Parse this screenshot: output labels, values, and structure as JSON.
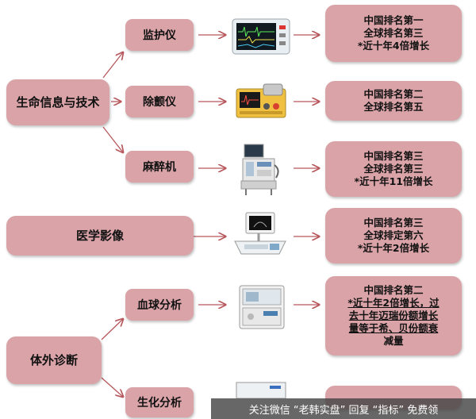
{
  "categories": [
    {
      "label": "生命信息与技术"
    },
    {
      "label": "医学影像"
    },
    {
      "label": "体外诊断"
    }
  ],
  "devices": [
    {
      "label": "监护仪"
    },
    {
      "label": "除颤仪"
    },
    {
      "label": "麻醉机"
    },
    {
      "label": "血球分析"
    },
    {
      "label": "生化分析"
    }
  ],
  "results": [
    {
      "lines": [
        "中国排名第一",
        "全球排名第三",
        "*近十年4倍增长"
      ]
    },
    {
      "lines": [
        "中国排名第二",
        "全球排名第五"
      ]
    },
    {
      "lines": [
        "中国排名第三",
        "全球排名第三",
        "*近十年11倍增长"
      ]
    },
    {
      "lines": [
        "中国排名第三",
        "全球排定第六",
        "*近十年2倍增长"
      ]
    },
    {
      "lines": [
        "中国排名第二",
        "*近十年2倍增长，过",
        "去十年迈瑞份额增长",
        "量等于希、贝份额衰",
        "减量"
      ]
    }
  ],
  "watermark": {
    "text": "关注微信 “老韩实盘” 回复 “指标” 免费领"
  },
  "colors": {
    "box": "#d9a3a8",
    "arrow": "#b7585c"
  }
}
